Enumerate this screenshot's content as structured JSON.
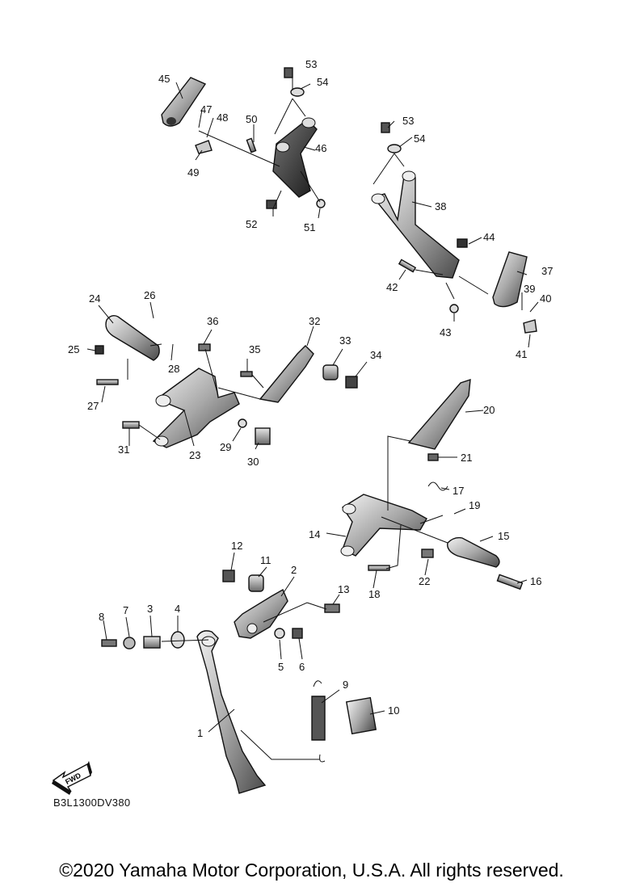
{
  "diagram": {
    "drawing_code": "B3L1300DV380",
    "fwd_label": "FWD",
    "part_numbers": [
      "1",
      "2",
      "3",
      "4",
      "5",
      "6",
      "7",
      "8",
      "9",
      "10",
      "11",
      "12",
      "13",
      "14",
      "15",
      "16",
      "17",
      "18",
      "19",
      "20",
      "21",
      "22",
      "23",
      "24",
      "25",
      "26",
      "27",
      "28",
      "29",
      "30",
      "31",
      "32",
      "33",
      "34",
      "35",
      "36",
      "37",
      "38",
      "39",
      "40",
      "41",
      "42",
      "43",
      "44",
      "45",
      "46",
      "47",
      "48",
      "49",
      "50",
      "51",
      "52",
      "53",
      "54",
      "53",
      "54"
    ]
  },
  "footer": {
    "copyright": "©2020 Yamaha Motor Corporation, U.S.A. All rights reserved."
  }
}
